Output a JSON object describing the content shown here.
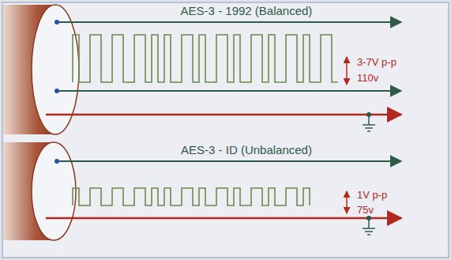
{
  "diagram": {
    "labels": [
      "AES-3 - 1992 (Balanced)",
      "3-7V p-p",
      "110v",
      "AES-3 - ID (Unbalanced)",
      "1V p-p",
      "75v"
    ]
  }
}
